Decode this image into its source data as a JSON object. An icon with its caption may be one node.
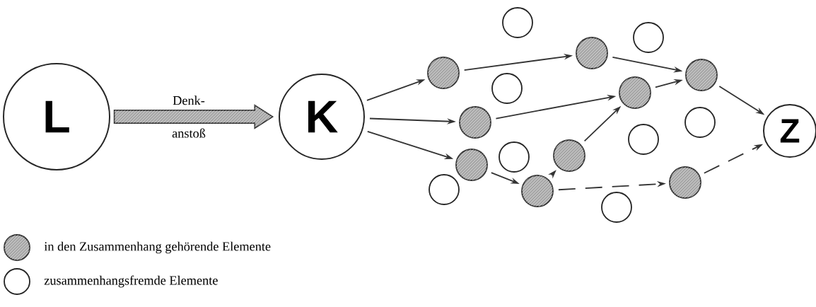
{
  "diagram": {
    "nodes": [
      {
        "text": [
          "L"
        ]
      },
      {
        "text": [
          "K"
        ]
      },
      {
        "text": [],
        "shape": "circle"
      },
      {
        "text": [],
        "shape": "disc"
      },
      {
        "text": [],
        "shape": "disc"
      },
      {
        "text": [],
        "shape": "disc"
      },
      {
        "text": [],
        "shape": "circle"
      },
      {
        "text": [],
        "shape": "circle"
      },
      {
        "text": [],
        "shape": "circle"
      },
      {
        "text": [],
        "shape": "disc"
      },
      {
        "text": [],
        "shape": "disc"
      },
      {
        "text": [],
        "shape": "disc"
      },
      {
        "text": [],
        "shape": "circle"
      },
      {
        "text": [],
        "shape": "disc"
      },
      {
        "text": [],
        "shape": "circle"
      },
      {
        "text": [],
        "shape": "circle"
      },
      {
        "text": [],
        "shape": "disc"
      },
      {
        "text": [],
        "shape": "circle"
      },
      {
        "text": [],
        "shape": "disc"
      },
      {
        "text": [
          "Z"
        ]
      }
    ],
    "edges": [
      {
        "from": 0,
        "to": 1,
        "arrow": "to",
        "style": "thick",
        "label": "Denk- anstoß"
      },
      {
        "from": 1,
        "to": 3,
        "arrow": "to"
      },
      {
        "from": 1,
        "to": 4,
        "arrow": "to"
      },
      {
        "from": 1,
        "to": 5,
        "arrow": "to"
      },
      {
        "from": 3,
        "to": 11,
        "arrow": "to"
      },
      {
        "from": 11,
        "to": 18,
        "arrow": "to"
      },
      {
        "from": 4,
        "to": 13,
        "arrow": "to"
      },
      {
        "from": 13,
        "to": 18,
        "arrow": "to"
      },
      {
        "from": 5,
        "to": 9,
        "arrow": "to"
      },
      {
        "from": 9,
        "to": 10,
        "arrow": "to"
      },
      {
        "from": 10,
        "to": 13,
        "arrow": "to"
      },
      {
        "from": 9,
        "to": 16,
        "arrow": "to",
        "style": "dashed"
      },
      {
        "from": 18,
        "to": 19,
        "arrow": "to"
      },
      {
        "from": 16,
        "to": 19,
        "arrow": "to",
        "style": "dashed"
      }
    ],
    "legend": [
      {
        "text": "in den Zusammenhang gehörende Elemente"
      },
      {
        "text": "zusammenhangsfremde Elemente"
      }
    ]
  }
}
